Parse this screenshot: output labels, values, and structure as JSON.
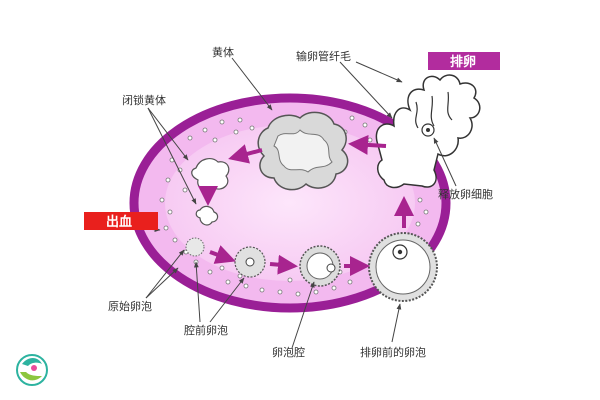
{
  "labels": {
    "corpus_luteum": "黄体",
    "fimbriae": "输卵管纤毛",
    "ovulation": "排卵",
    "atretic": "闭锁黄体",
    "bleeding": "出血",
    "released_egg": "释放卵细胞",
    "primordial": "原始卵泡",
    "preantral": "腔前卵泡",
    "antrum": "卵泡腔",
    "preovulatory": "排卵前的卵泡"
  },
  "colors": {
    "ovary_outline": "#9a1f96",
    "ovary_fill": "#f3b9ef",
    "ovary_inner": "#f8d7f6",
    "arrow": "#a8248f",
    "ovulation_badge": "#b22c9e",
    "bleeding_badge": "#e9201d"
  }
}
